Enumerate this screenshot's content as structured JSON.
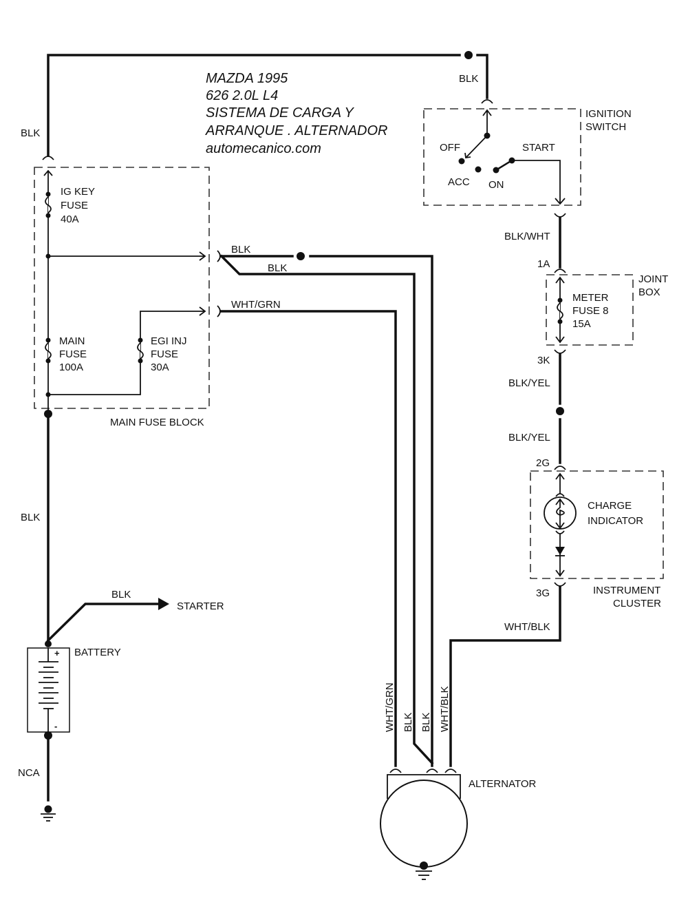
{
  "title": {
    "lines": [
      "MAZDA 1995",
      "626  2.0L  L4",
      "SISTEMA DE CARGA Y",
      "ARRANQUE . ALTERNADOR",
      "automecanico.com"
    ]
  },
  "components": {
    "ignition_switch": {
      "name_line1": "IGNITION",
      "name_line2": "SWITCH",
      "positions": {
        "off": "OFF",
        "acc": "ACC",
        "on": "ON",
        "start": "START"
      }
    },
    "main_fuse_block": {
      "name": "MAIN FUSE BLOCK",
      "fuses": [
        {
          "line1": "IG KEY",
          "line2": "FUSE",
          "rating": "40A"
        },
        {
          "line1": "MAIN",
          "line2": "FUSE",
          "rating": "100A"
        },
        {
          "line1": "EGI INJ",
          "line2": "FUSE",
          "rating": "30A"
        }
      ]
    },
    "joint_box": {
      "name_line1": "JOINT",
      "name_line2": "BOX",
      "fuse": {
        "line1": "METER",
        "line2": "FUSE 8",
        "rating": "15A"
      },
      "pin_in": "1A",
      "pin_out": "3K"
    },
    "instrument_cluster": {
      "name_line1": "INSTRUMENT",
      "name_line2": "CLUSTER",
      "indicator_line1": "CHARGE",
      "indicator_line2": "INDICATOR",
      "pin_in": "2G",
      "pin_out": "3G"
    },
    "battery": {
      "name": "BATTERY",
      "plus": "+",
      "minus": "-"
    },
    "starter": {
      "name": "STARTER"
    },
    "alternator": {
      "name": "ALTERNATOR"
    }
  },
  "wires": {
    "top_left": "BLK",
    "top_right": "BLK",
    "fuse_out_1": "BLK",
    "fuse_out_2": "BLK",
    "fuse_out_3": "WHT/GRN",
    "left_mid": "BLK",
    "starter": "BLK",
    "ground": "NCA",
    "ign_out": "BLK/WHT",
    "jb_out": "BLK/YEL",
    "cluster_in": "BLK/YEL",
    "cluster_out": "WHT/BLK",
    "alt_1": "WHT/GRN",
    "alt_2": "BLK",
    "alt_3": "BLK",
    "alt_4": "WHT/BLK"
  }
}
